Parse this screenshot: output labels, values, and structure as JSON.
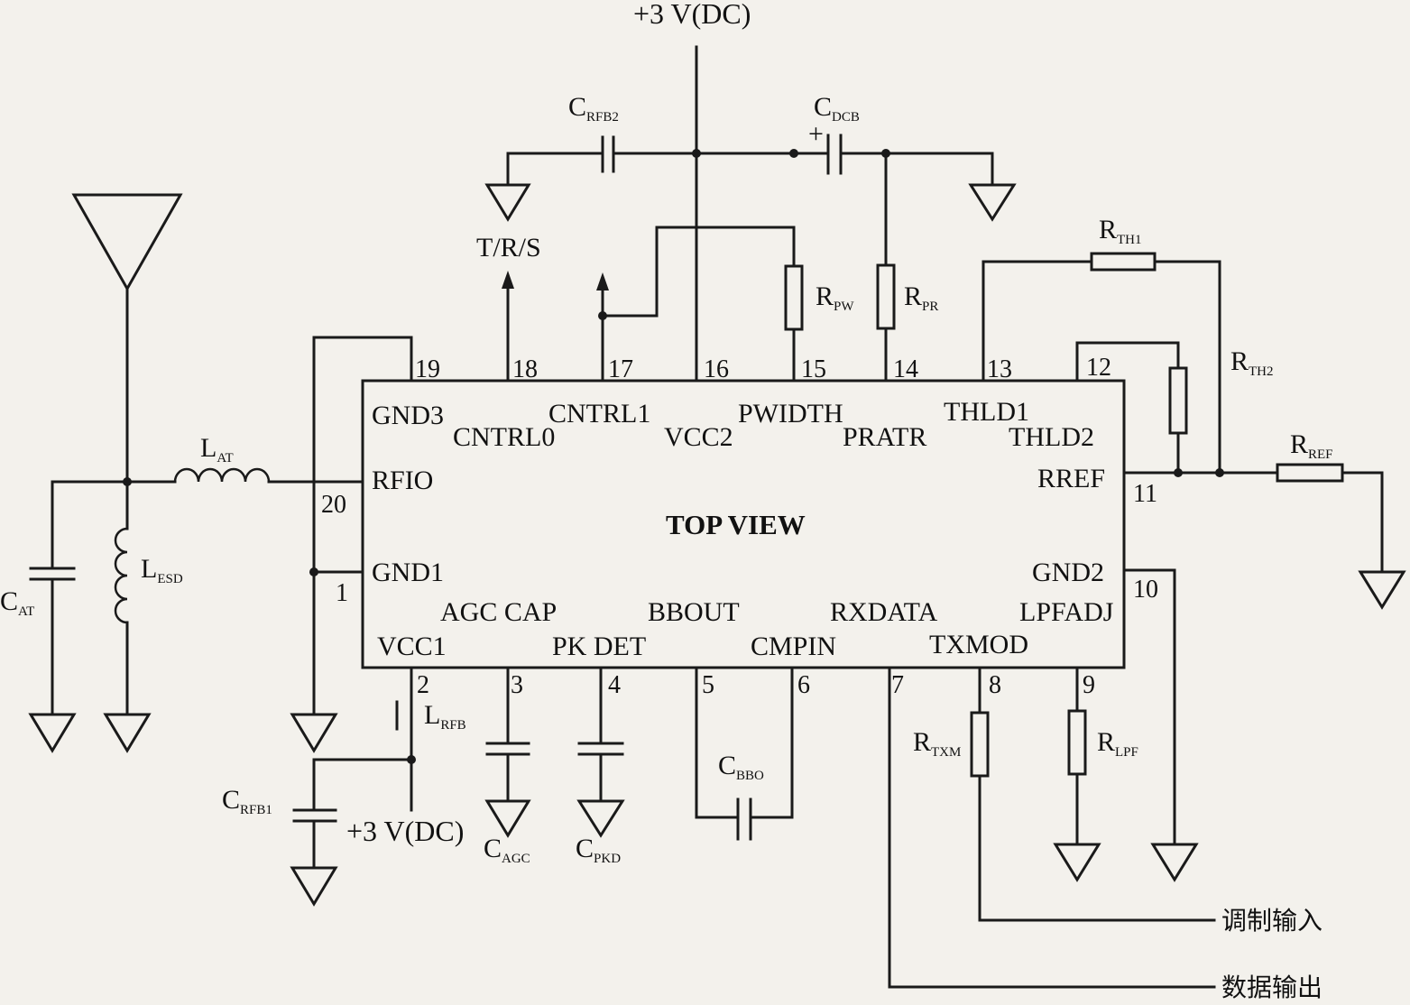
{
  "chip": {
    "title": "TOP VIEW",
    "pins": {
      "p1": "GND1",
      "p2": "VCC1",
      "p3": "AGC CAP",
      "p4": "PK DET",
      "p5": "BBOUT",
      "p6": "CMPIN",
      "p7": "RXDATA",
      "p8": "TXMOD",
      "p9": "LPFADJ",
      "p10": "GND2",
      "p11": "RREF",
      "p12": "THLD2",
      "p13": "THLD1",
      "p14": "PRATR",
      "p15": "PWIDTH",
      "p16": "VCC2",
      "p17": "CNTRL1",
      "p18": "CNTRL0",
      "p19": "GND3",
      "p20": "RFIO"
    },
    "pin_numbers": {
      "n1": "1",
      "n2": "2",
      "n3": "3",
      "n4": "4",
      "n5": "5",
      "n6": "6",
      "n7": "7",
      "n8": "8",
      "n9": "9",
      "n10": "10",
      "n11": "11",
      "n12": "12",
      "n13": "13",
      "n14": "14",
      "n15": "15",
      "n16": "16",
      "n17": "17",
      "n18": "18",
      "n19": "19",
      "n20": "20"
    }
  },
  "supply": {
    "top": "+3 V(DC)",
    "bottom": "+3 V(DC)"
  },
  "signals": {
    "trs": "T/R/S",
    "mod_in": "调制输入",
    "data_out": "数据输出",
    "plus": "+"
  },
  "components": {
    "c_rfb2": {
      "main": "C",
      "sub": "RFB2"
    },
    "c_dcb": {
      "main": "C",
      "sub": "DCB"
    },
    "r_pw": {
      "main": "R",
      "sub": "PW"
    },
    "r_pr": {
      "main": "R",
      "sub": "PR"
    },
    "r_th1": {
      "main": "R",
      "sub": "TH1"
    },
    "r_th2": {
      "main": "R",
      "sub": "TH2"
    },
    "r_ref": {
      "main": "R",
      "sub": "REF"
    },
    "l_at": {
      "main": "L",
      "sub": "AT"
    },
    "l_esd": {
      "main": "L",
      "sub": "ESD"
    },
    "c_at": {
      "main": "C",
      "sub": "AT"
    },
    "l_rfb": {
      "main": "L",
      "sub": "RFB"
    },
    "c_rfb1": {
      "main": "C",
      "sub": "RFB1"
    },
    "c_agc": {
      "main": "C",
      "sub": "AGC"
    },
    "c_pkd": {
      "main": "C",
      "sub": "PKD"
    },
    "c_bbo": {
      "main": "C",
      "sub": "BBO"
    },
    "r_txm": {
      "main": "R",
      "sub": "TXM"
    },
    "r_lpf": {
      "main": "R",
      "sub": "LPF"
    }
  }
}
